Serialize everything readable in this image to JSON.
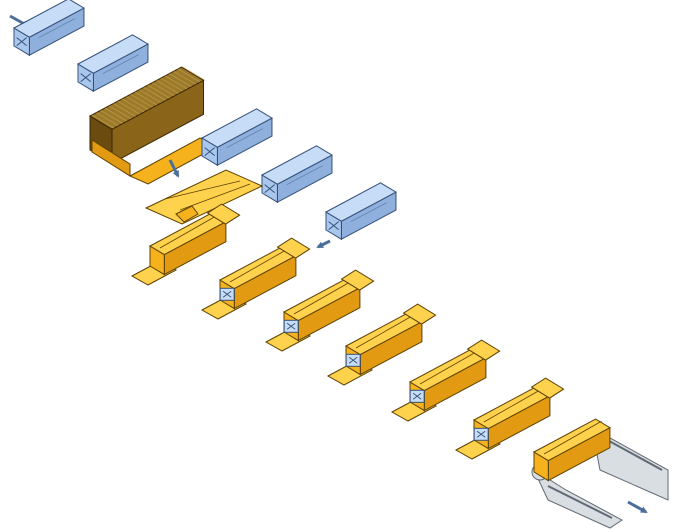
{
  "colors": {
    "background": "#ffffff",
    "tray_top": "#c7dcf6",
    "tray_left": "#a9c6ec",
    "tray_right": "#8fb0dd",
    "tray_outline": "#34507a",
    "carton_top": "#ffd24d",
    "carton_left": "#f5b21c",
    "carton_right": "#e19a12",
    "carton_outline": "#5e4200",
    "stack_dark": "#6b4b10",
    "gripper_fill": "#d9dee3",
    "gripper_outline": "#5f6a74",
    "arrow": "#4c6f9a"
  },
  "icons": {
    "infeed_arrow": "arrow-right-down-icon",
    "outfeed_arrow": "arrow-right-down-icon",
    "carton_drop_arrow": "curved-arrow-down-icon",
    "tray_insert_arrow": "arrow-left-down-icon"
  },
  "stages": [
    "infeed-tray-1",
    "infeed-tray-2",
    "carton-blank-magazine",
    "blank-pick",
    "carton-erecting",
    "tray-insert-1",
    "tray-insert-2",
    "tray-insert-3",
    "closing-1",
    "closing-2",
    "closing-3",
    "discharge-gripper"
  ]
}
